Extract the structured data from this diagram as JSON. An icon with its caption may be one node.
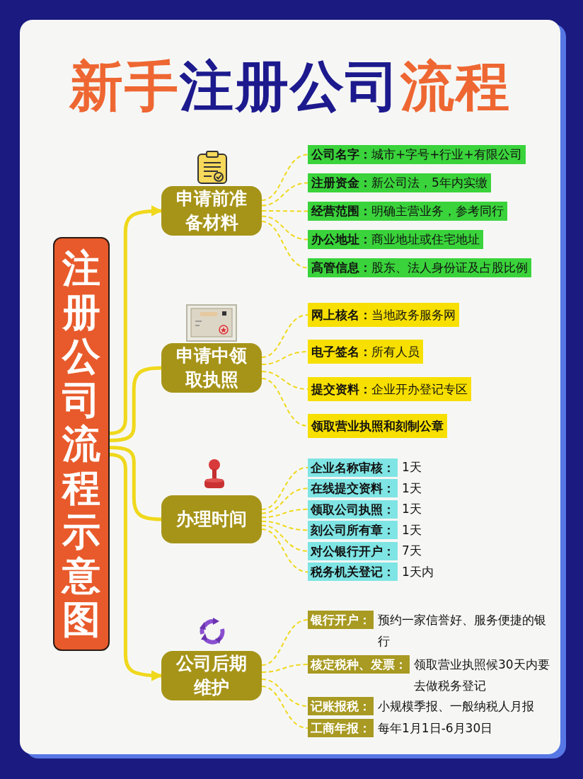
{
  "diagram": {
    "title": "新手注册公司流程",
    "nodes": [
      {
        "text": [
          "注册公司流程示意图"
        ]
      },
      {
        "text": [
          "申请前准备材料"
        ]
      },
      {
        "text": [
          "申请中领取执照"
        ]
      },
      {
        "text": [
          "办理时间"
        ]
      },
      {
        "text": [
          "公司后期维护"
        ]
      },
      {
        "text": [
          "公司名字：",
          "城市+字号+行业+有限公司"
        ]
      },
      {
        "text": [
          "注册资金：",
          "新公司法，5年内实缴"
        ]
      },
      {
        "text": [
          "经营范围：",
          "明确主营业务，参考同行"
        ]
      },
      {
        "text": [
          "办公地址：",
          "商业地址或住宅地址"
        ]
      },
      {
        "text": [
          "高管信息：",
          "股东、法人身份证及占股比例"
        ]
      },
      {
        "text": [
          "网上核名：",
          "当地政务服务网"
        ]
      },
      {
        "text": [
          "电子签名：",
          "所有人员"
        ]
      },
      {
        "text": [
          "提交资料：",
          "企业开办登记专区"
        ]
      },
      {
        "text": [
          "领取营业执照和刻制公章"
        ]
      },
      {
        "text": [
          "企业名称审核："
        ],
        "beside": [
          "1天"
        ]
      },
      {
        "text": [
          "在线提交资料："
        ],
        "beside": [
          "1天"
        ]
      },
      {
        "text": [
          "领取公司执照："
        ],
        "beside": [
          "1天"
        ]
      },
      {
        "text": [
          "刻公司所有章："
        ],
        "beside": [
          "1天"
        ]
      },
      {
        "text": [
          "对公银行开户："
        ],
        "beside": [
          "7天"
        ]
      },
      {
        "text": [
          "税务机关登记："
        ],
        "beside": [
          "1天内"
        ]
      },
      {
        "text": [
          "银行开户："
        ],
        "beside": [
          "预约一家信誉好、服务便捷的银行"
        ]
      },
      {
        "text": [
          "核定税种、发票："
        ],
        "beside": [
          "领取营业执照候30天内要去做税务登记"
        ]
      },
      {
        "text": [
          "记账报税："
        ],
        "beside": [
          "小规模季报、一般纳税人月报"
        ]
      },
      {
        "text": [
          "工商年报："
        ],
        "beside": [
          "每年1月1日-6月30日"
        ]
      }
    ],
    "edges": [
      {
        "from": 0,
        "to": 1,
        "arrow": "to",
        "style": "thick"
      },
      {
        "from": 0,
        "to": 2,
        "arrow": "none",
        "style": "thick"
      },
      {
        "from": 0,
        "to": 3,
        "arrow": "none",
        "style": "thick"
      },
      {
        "from": 0,
        "to": 4,
        "arrow": "to",
        "style": "thick"
      },
      {
        "from": 1,
        "to": 5,
        "arrow": "none",
        "style": "dashed"
      },
      {
        "from": 1,
        "to": 6,
        "arrow": "none",
        "style": "dashed"
      },
      {
        "from": 1,
        "to": 7,
        "arrow": "none",
        "style": "dashed"
      },
      {
        "from": 1,
        "to": 8,
        "arrow": "none",
        "style": "dashed"
      },
      {
        "from": 1,
        "to": 9,
        "arrow": "none",
        "style": "dashed"
      },
      {
        "from": 2,
        "to": 10,
        "arrow": "none",
        "style": "dashed"
      },
      {
        "from": 2,
        "to": 11,
        "arrow": "none",
        "style": "dashed"
      },
      {
        "from": 2,
        "to": 12,
        "arrow": "none",
        "style": "dashed"
      },
      {
        "from": 2,
        "to": 13,
        "arrow": "none",
        "style": "dashed"
      },
      {
        "from": 3,
        "to": 14,
        "arrow": "none",
        "style": "dashed"
      },
      {
        "from": 3,
        "to": 15,
        "arrow": "none",
        "style": "dashed"
      },
      {
        "from": 3,
        "to": 16,
        "arrow": "none",
        "style": "dashed"
      },
      {
        "from": 3,
        "to": 17,
        "arrow": "none",
        "style": "dashed"
      },
      {
        "from": 3,
        "to": 18,
        "arrow": "none",
        "style": "dashed"
      },
      {
        "from": 3,
        "to": 19,
        "arrow": "none",
        "style": "dashed"
      },
      {
        "from": 4,
        "to": 20,
        "arrow": "none",
        "style": "dashed"
      },
      {
        "from": 4,
        "to": 21,
        "arrow": "none",
        "style": "dashed"
      },
      {
        "from": 4,
        "to": 22,
        "arrow": "none",
        "style": "dashed"
      },
      {
        "from": 4,
        "to": 23,
        "arrow": "none",
        "style": "dashed"
      }
    ]
  }
}
